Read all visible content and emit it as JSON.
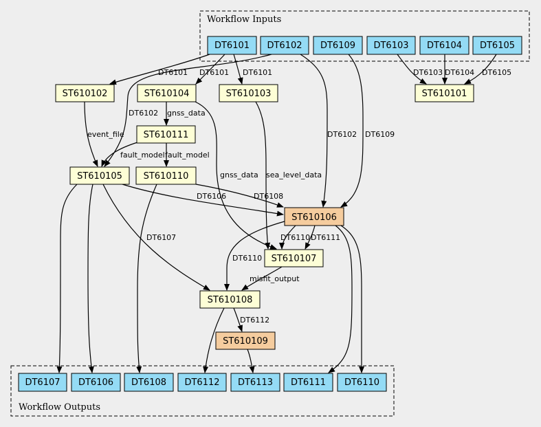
{
  "clusters": {
    "inputs": {
      "label": "Workflow Inputs"
    },
    "outputs": {
      "label": "Workflow Outputs"
    }
  },
  "colors": {
    "data_node": "#94dbf5",
    "step_node": "#fdfed6",
    "highlight_step": "#f5cc9e",
    "edge": "#000000",
    "background": "#eeeeee"
  },
  "nodes": {
    "in_dt6101": "DT6101",
    "in_dt6102": "DT6102",
    "in_dt6109": "DT6109",
    "in_dt6103": "DT6103",
    "in_dt6104": "DT6104",
    "in_dt6105": "DT6105",
    "st610102": "ST610102",
    "st610104": "ST610104",
    "st610103": "ST610103",
    "st610101": "ST610101",
    "st610111": "ST610111",
    "st610105": "ST610105",
    "st610110": "ST610110",
    "st610106": "ST610106",
    "st610107": "ST610107",
    "st610108": "ST610108",
    "st610109": "ST610109",
    "out_dt6107": "DT6107",
    "out_dt6106": "DT6106",
    "out_dt6108": "DT6108",
    "out_dt6112": "DT6112",
    "out_dt6113": "DT6113",
    "out_dt6111": "DT6111",
    "out_dt6110": "DT6110"
  },
  "edge_labels": {
    "dt6101_a": "DT6101",
    "dt6101_b": "DT6101",
    "dt6101_c": "DT6101",
    "dt6103": "DT6103",
    "dt6104": "DT6104",
    "dt6105": "DT6105",
    "dt6102_a": "DT6102",
    "gnss_data_a": "gnss_data",
    "event_file": "event_file",
    "fault_model_a": "fault_model",
    "fault_model_b": "fault_model",
    "dt6102_b": "DT6102",
    "dt6109": "DT6109",
    "gnss_data_b": "gnss_data",
    "sea_level_data": "sea_level_data",
    "dt6106": "DT6106",
    "dt6108": "DT6108",
    "dt6107": "DT6107",
    "dt6110_a": "DT6110",
    "dt6111": "DT6111",
    "dt6110_b": "DT6110",
    "misfit_output": "misfit_output",
    "dt6112": "DT6112"
  }
}
